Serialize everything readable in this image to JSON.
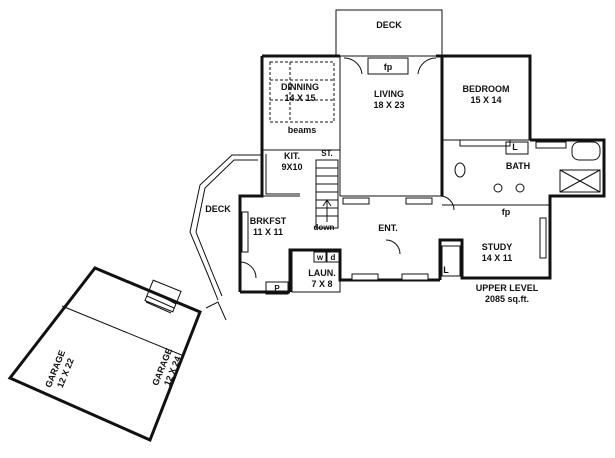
{
  "labels": {
    "deck_top": "DECK",
    "dinning": "DINNING",
    "dinning_size": "14 X 15",
    "living": "LIVING",
    "living_size": "18 X 23",
    "bedroom": "BEDROOM",
    "bedroom_size": "15 X 14",
    "fp_living": "fp",
    "fp_study": "fp",
    "beams": "beams",
    "kit": "KIT.",
    "kit_size": "9X10",
    "st": "ST.",
    "closet_l_bed": "L",
    "bath": "BATH",
    "deck_side": "DECK",
    "brkfst": "BRKFST",
    "brkfst_size": "11 X 11",
    "down": "down",
    "ent": "ENT.",
    "study": "STUDY",
    "study_size": "14 X 11",
    "w": "w",
    "d": "d",
    "laun": "LAUN.",
    "laun_size": "7 X 8",
    "p": "P",
    "closet_l_ent": "L",
    "upper_level": "UPPER LEVEL",
    "sqft": "2085 sq.ft.",
    "garage1": "GARAGE",
    "garage1_size": "12 X 22",
    "garage2": "GARAGE",
    "garage2_size": "12 X 24"
  }
}
